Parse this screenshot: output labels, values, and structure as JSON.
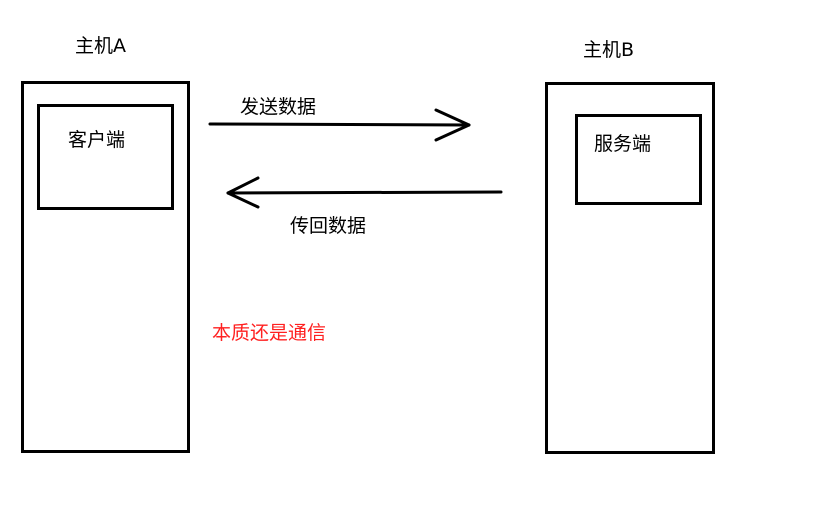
{
  "hosts": {
    "a": {
      "label": "主机A",
      "component": "客户端"
    },
    "b": {
      "label": "主机B",
      "component": "服务端"
    }
  },
  "arrows": {
    "send_label": "发送数据",
    "return_label": "传回数据"
  },
  "note": {
    "text": "本质还是通信",
    "color": "#ff2020"
  }
}
